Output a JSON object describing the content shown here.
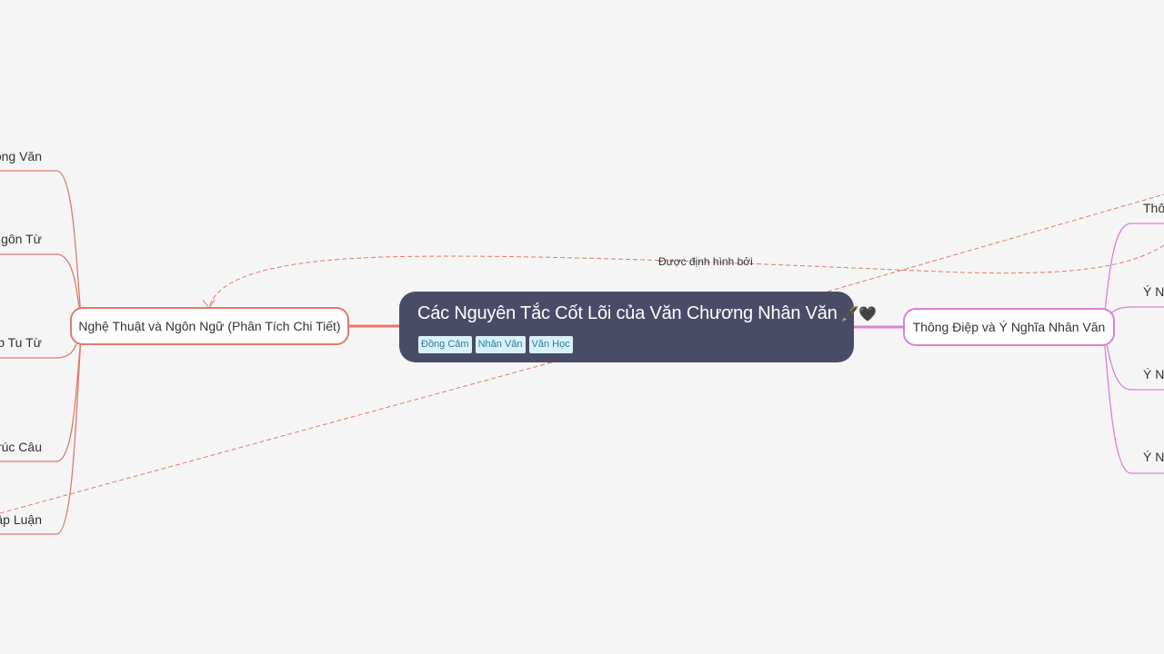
{
  "central": {
    "title": "Các Nguyên Tắc Cốt Lõi của Văn Chương Nhân Văn",
    "emoji": "🖋️🖤",
    "tags": [
      "Đồng Cảm",
      "Nhân Văn",
      "Văn Học"
    ]
  },
  "left_branch": {
    "label": "Nghệ Thuật và Ngôn Ngữ (Phân Tích Chi Tiết)",
    "children": [
      "ọng Văn",
      "Ngôn Từ",
      "áp Tu Từ",
      "rúc Câu",
      "ập Luận"
    ]
  },
  "right_branch": {
    "label": "Thông Điệp và Ý Nghĩa Nhân Văn",
    "children": [
      "Thô",
      "Ý Ng",
      "Ý Ng",
      "Ý Ng"
    ]
  },
  "relationship": {
    "label": "Được định hình bởi"
  },
  "colors": {
    "background": "#f5f5f5",
    "central": "#4a4c67",
    "left_branch": "#e07a6c",
    "right_branch": "#e07fd6",
    "relationship_line": "#e07a6c",
    "tag_bg": "#d8f1f7",
    "tag_text": "#2d7c96"
  }
}
